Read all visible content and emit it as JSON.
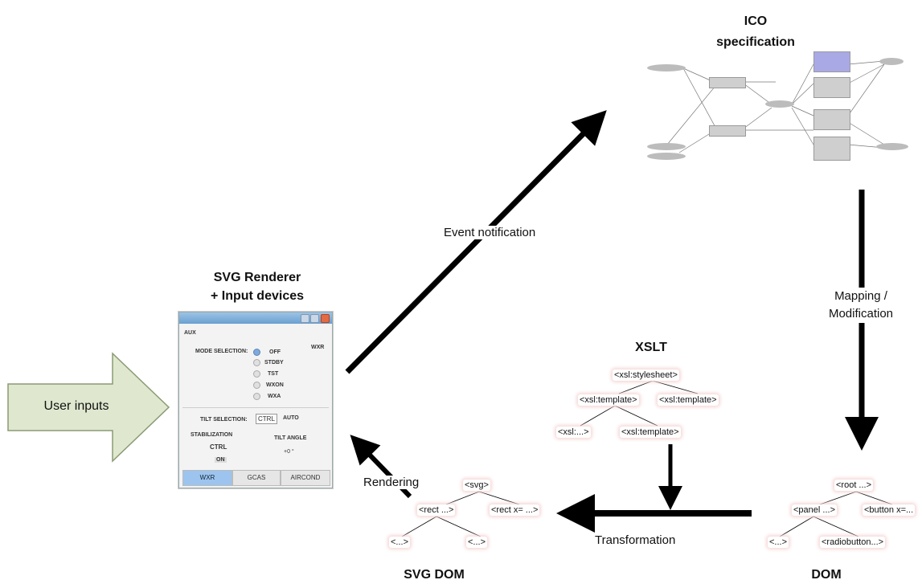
{
  "titles": {
    "ico": "ICO\nspecification",
    "svg_renderer": "SVG Renderer\n+ Input devices",
    "xslt": "XSLT",
    "svg_dom": "SVG DOM",
    "dom": "DOM"
  },
  "labels": {
    "user_inputs": "User inputs",
    "event_notification": "Event notification",
    "mapping": "Mapping /\nModification",
    "rendering": "Rendering",
    "transformation": "Transformation"
  },
  "xslt_tree": {
    "root": "<xsl:stylesheet>",
    "child_left": "<xsl:template>",
    "child_right": "<xsl:template>",
    "leaf_left": "<xsl:...>",
    "leaf_right": "<xsl:template>"
  },
  "svgdom_tree": {
    "root": "<svg>",
    "child_left": "<rect ...>",
    "child_right": "<rect x= ...>",
    "leaf_left": "<...>",
    "leaf_right": "<...>"
  },
  "dom_tree": {
    "root": "<root ...>",
    "child_left": "<panel ...>",
    "child_right": "<button x=...",
    "leaf_left": "<...>",
    "leaf_right": "<radiobutton...>"
  },
  "renderer_window": {
    "aux": "AUX",
    "wxr_label": "WXR",
    "mode_selection": "MODE SELECTION:",
    "modes": [
      "OFF",
      "STDBY",
      "TST",
      "WXON",
      "WXA"
    ],
    "tilt_selection": "TILT SELECTION:",
    "ctrl_button": "CTRL",
    "auto_label": "AUTO",
    "stabilization": "STABILIZATION",
    "stab_value": "CTRL",
    "stab_state": "ON",
    "tilt_angle": "TILT ANGLE",
    "tilt_value": "+0 °",
    "tabs": [
      "WXR",
      "GCAS",
      "AIRCOND"
    ]
  },
  "colors": {
    "arrow": "#000000",
    "user_arrow_fill": "#dfe8cf",
    "user_arrow_stroke": "#8a9a74",
    "node_glow": "#f7d8d8",
    "tab_active": "#9cc4ee"
  }
}
